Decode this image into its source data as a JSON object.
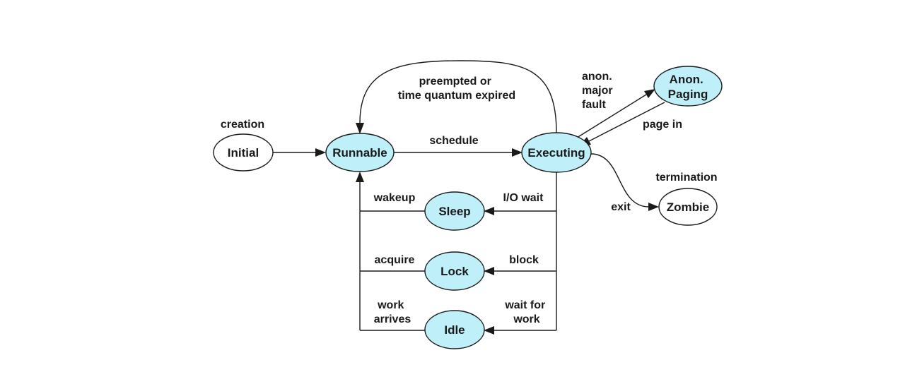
{
  "states": {
    "initial": "Initial",
    "runnable": "Runnable",
    "executing": "Executing",
    "anon_paging": [
      "Anon.",
      "Paging"
    ],
    "zombie": "Zombie",
    "sleep": "Sleep",
    "lock": "Lock",
    "idle": "Idle"
  },
  "edges": {
    "creation": "creation",
    "schedule": "schedule",
    "preempted": [
      "preempted or",
      "time quantum expired"
    ],
    "anon_major_fault": [
      "anon.",
      "major",
      "fault"
    ],
    "page_in": "page in",
    "termination": "termination",
    "exit": "exit",
    "wakeup": "wakeup",
    "io_wait": "I/O wait",
    "acquire": "acquire",
    "block": "block",
    "work_arrives": [
      "work",
      "arrives"
    ],
    "wait_for_work": [
      "wait for",
      "work"
    ]
  },
  "colors": {
    "active_state_fill": "#bff0fa",
    "passive_state_fill": "#ffffff",
    "line": "#1a1a1a"
  }
}
